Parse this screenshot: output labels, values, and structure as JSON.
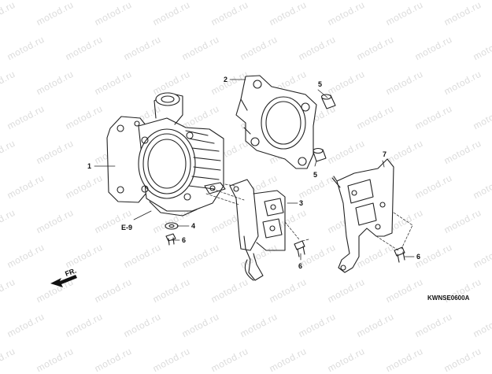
{
  "watermark": "motod.ru",
  "callouts": {
    "cylinder": "1",
    "gasket": "2",
    "cover": "3",
    "washer": "4",
    "dowel_upper": "5",
    "dowel_lower": "5",
    "bolt_left": "6",
    "bolt_mid": "6",
    "bolt_right": "6",
    "bracket": "7"
  },
  "reference": "E-9",
  "direction_label": "FR.",
  "diagram_code": "KWNSE0600A",
  "colors": {
    "line": "#222222",
    "watermark": "#dcdcdc"
  }
}
